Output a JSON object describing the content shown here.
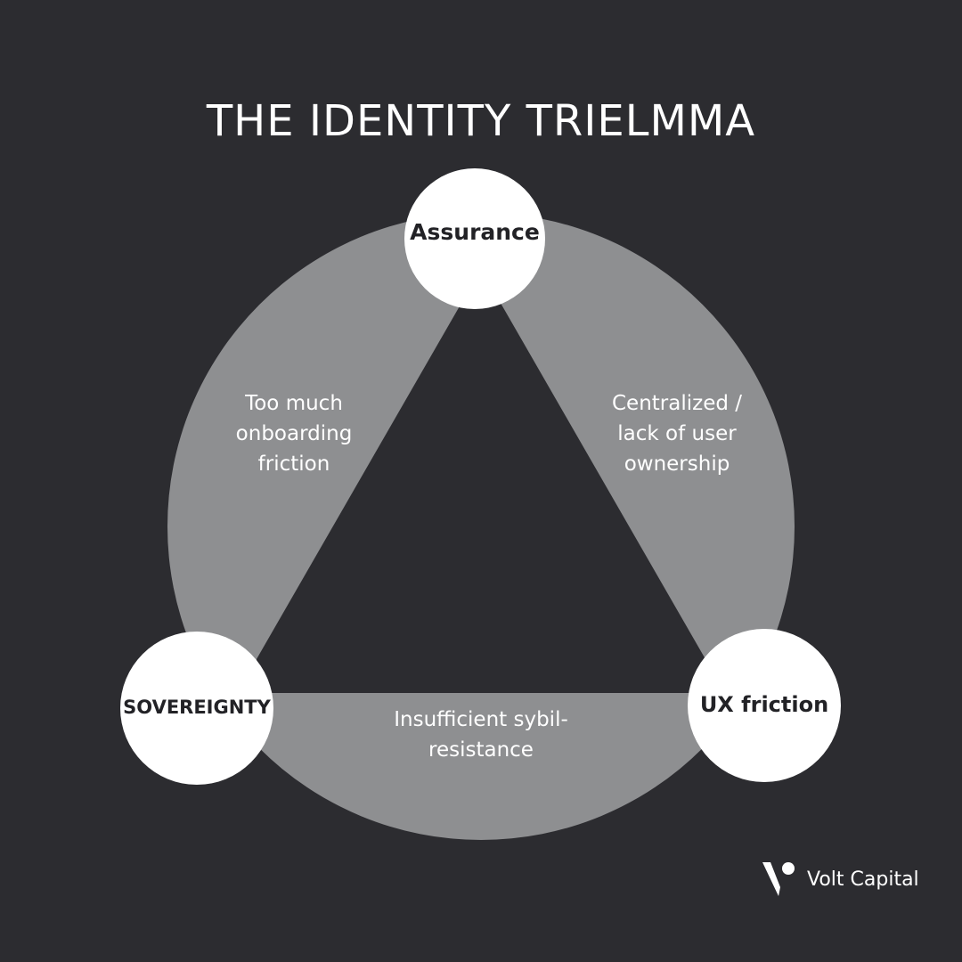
{
  "title": "THE IDENTITY TRIELMMA",
  "nodes": {
    "top": "Assurance",
    "left": "SOVEREIGNTY",
    "right": "UX friction"
  },
  "edges": {
    "left": "Too much\nonboarding\nfriction",
    "right": "Centralized /\nlack of user\nownership",
    "bottom": "Insufficient sybil-\nresistance"
  },
  "brand": {
    "name": "Volt Capital",
    "logo_icon": "volt-capital-logo-icon"
  },
  "colors": {
    "background": "#2c2c30",
    "ring": "#8e8f91",
    "node_fill": "#ffffff",
    "node_text": "#222226",
    "text": "#ffffff"
  }
}
